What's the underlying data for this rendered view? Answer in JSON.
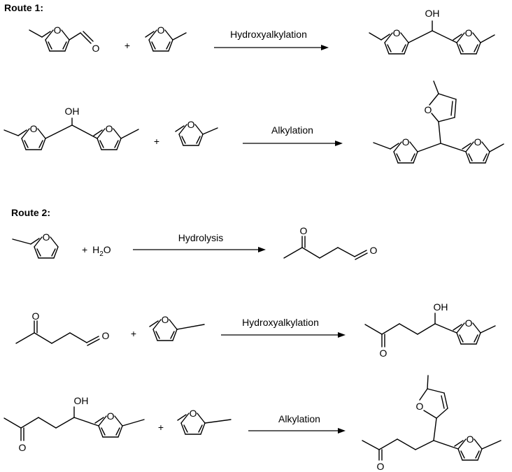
{
  "route1": {
    "title": "Route 1:",
    "step1": {
      "plus": "+",
      "reaction": "Hydroxyalkylation"
    },
    "step2": {
      "plus": "+",
      "reaction": "Alkylation"
    }
  },
  "route2": {
    "title": "Route 2:",
    "step1": {
      "plus": "+",
      "water": "H",
      "water_sub": "2",
      "water_o": "O",
      "reaction": "Hydrolysis"
    },
    "step2": {
      "plus": "+",
      "reaction": "Hydroxyalkylation"
    },
    "step3": {
      "plus": "+",
      "reaction": "Alkylation"
    }
  },
  "atoms": {
    "oxygen": "O",
    "hydroxyl": "OH"
  }
}
